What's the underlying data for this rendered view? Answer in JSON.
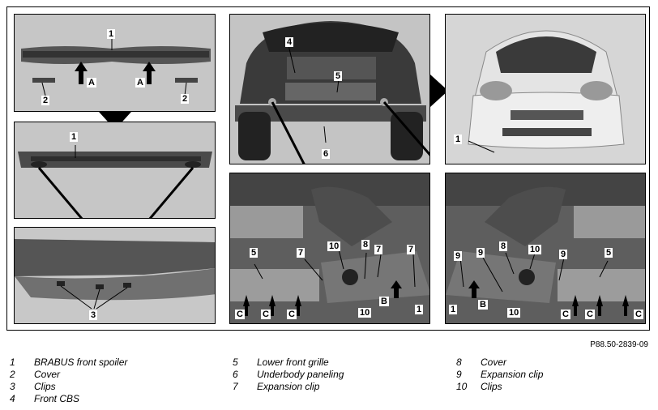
{
  "figure_ref": "P88.50-2839-09",
  "callouts": {
    "p1": [
      "1",
      "A",
      "A",
      "2",
      "2"
    ],
    "p2": [
      "1"
    ],
    "p3": [
      "3"
    ],
    "p4": [
      "4",
      "5",
      "6"
    ],
    "p5": [
      "1"
    ],
    "p6": [
      "5",
      "7",
      "10",
      "8",
      "7",
      "7",
      "10",
      "B",
      "1",
      "C",
      "C",
      "C"
    ],
    "p7": [
      "9",
      "9",
      "8",
      "10",
      "9",
      "5",
      "1",
      "B",
      "10",
      "C",
      "C",
      "C"
    ]
  },
  "legend": [
    {
      "num": "1",
      "text": "BRABUS front spoiler"
    },
    {
      "num": "2",
      "text": "Cover"
    },
    {
      "num": "3",
      "text": "Clips"
    },
    {
      "num": "4",
      "text": "Front CBS"
    },
    {
      "num": "5",
      "text": "Lower front grille"
    },
    {
      "num": "6",
      "text": "Underbody paneling"
    },
    {
      "num": "7",
      "text": "Expansion clip"
    },
    {
      "num": "8",
      "text": "Cover"
    },
    {
      "num": "9",
      "text": "Expansion clip"
    },
    {
      "num": "10",
      "text": "Clips"
    }
  ]
}
